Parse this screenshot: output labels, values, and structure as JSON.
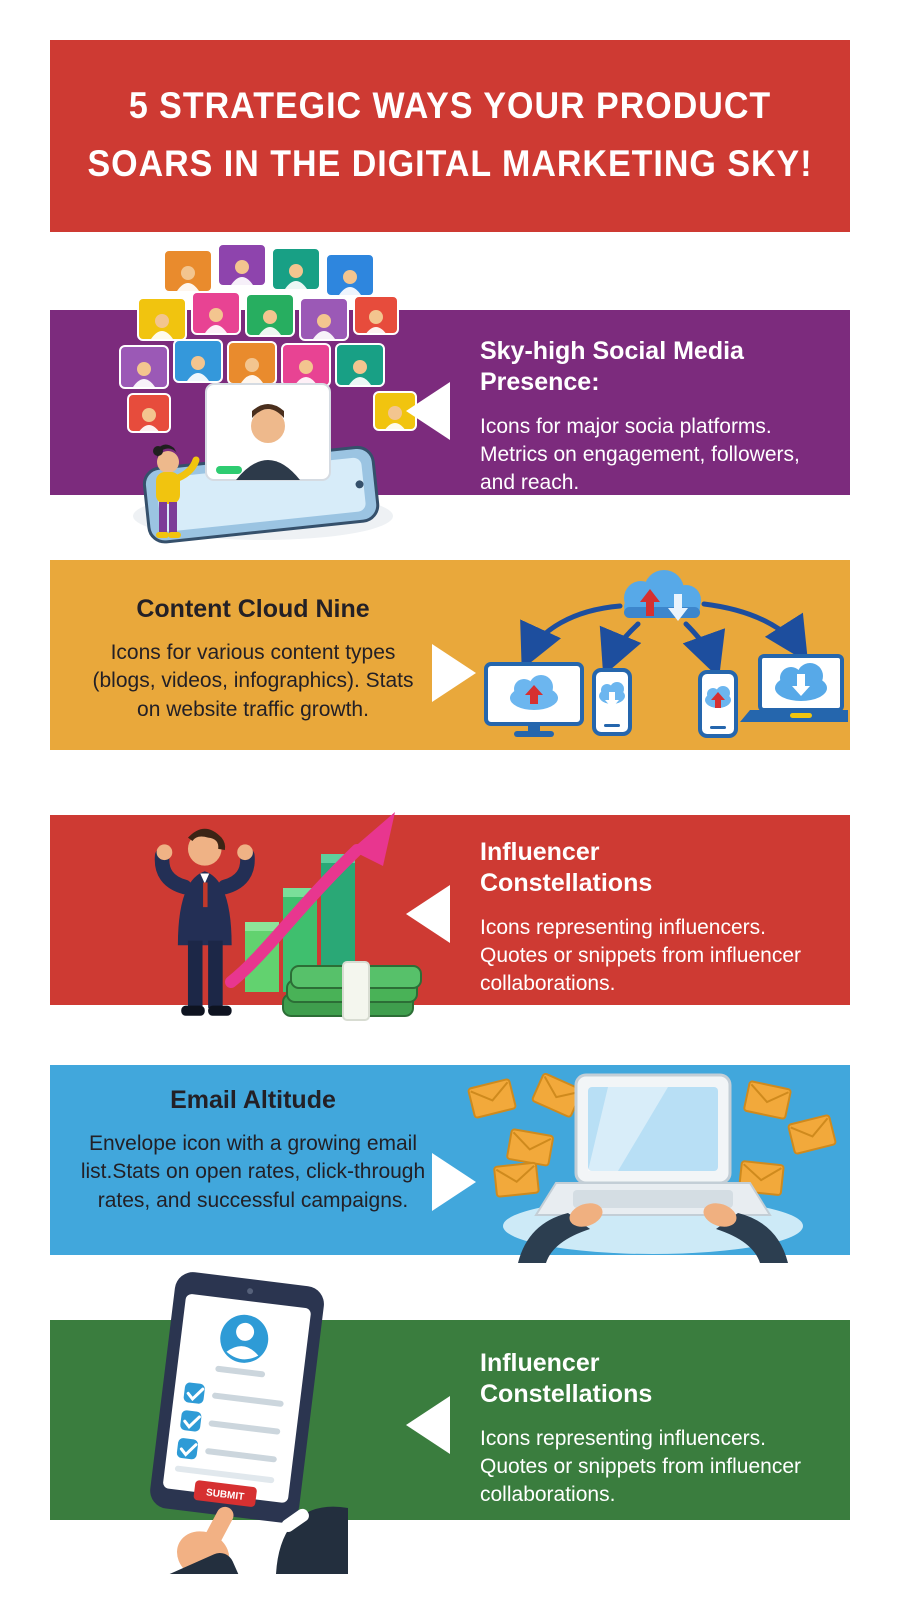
{
  "page": {
    "background_color": "#ffffff"
  },
  "header": {
    "line1": "5 STRATEGIC WAYS YOUR PRODUCT",
    "line2": "SOARS IN THE DIGITAL MARKETING SKY!",
    "bg_color": "#ce3a33",
    "text_color": "#ffffff"
  },
  "sections": [
    {
      "title": "Sky-high Social Media Presence:",
      "body": "Icons for major socia platforms. Metrics on engagement, followers, and reach.",
      "bg_color": "#7c2b7d",
      "text_color": "#ffffff",
      "arrow_direction": "left",
      "illustration": "video-conference-grid-illustration"
    },
    {
      "title": "Content Cloud Nine",
      "body": "Icons for various content types (blogs, videos, infographics). Stats on website traffic growth.",
      "bg_color": "#e9a83b",
      "text_color": "#232026",
      "arrow_direction": "right",
      "illustration": "cloud-sync-devices-illustration"
    },
    {
      "title": "Influencer Constellations",
      "body": "Icons representing influencers. Quotes or snippets from influencer collaborations.",
      "bg_color": "#ce3a33",
      "text_color": "#ffffff",
      "arrow_direction": "left",
      "illustration": "growth-chart-money-illustration"
    },
    {
      "title": "Email Altitude",
      "body": "Envelope icon with a growing email list.Stats on open rates, click-through rates, and successful campaigns.",
      "bg_color": "#41a7dc",
      "text_color": "#232026",
      "arrow_direction": "right",
      "illustration": "laptop-email-illustration"
    },
    {
      "title": "Influencer Constellations",
      "body": "Icons representing influencers. Quotes or snippets from influencer collaborations.",
      "bg_color": "#3a7d3e",
      "text_color": "#ffffff",
      "arrow_direction": "left",
      "illustration": "tablet-checklist-illustration"
    }
  ],
  "illustrations": {
    "submit_label": "SUBMIT"
  }
}
